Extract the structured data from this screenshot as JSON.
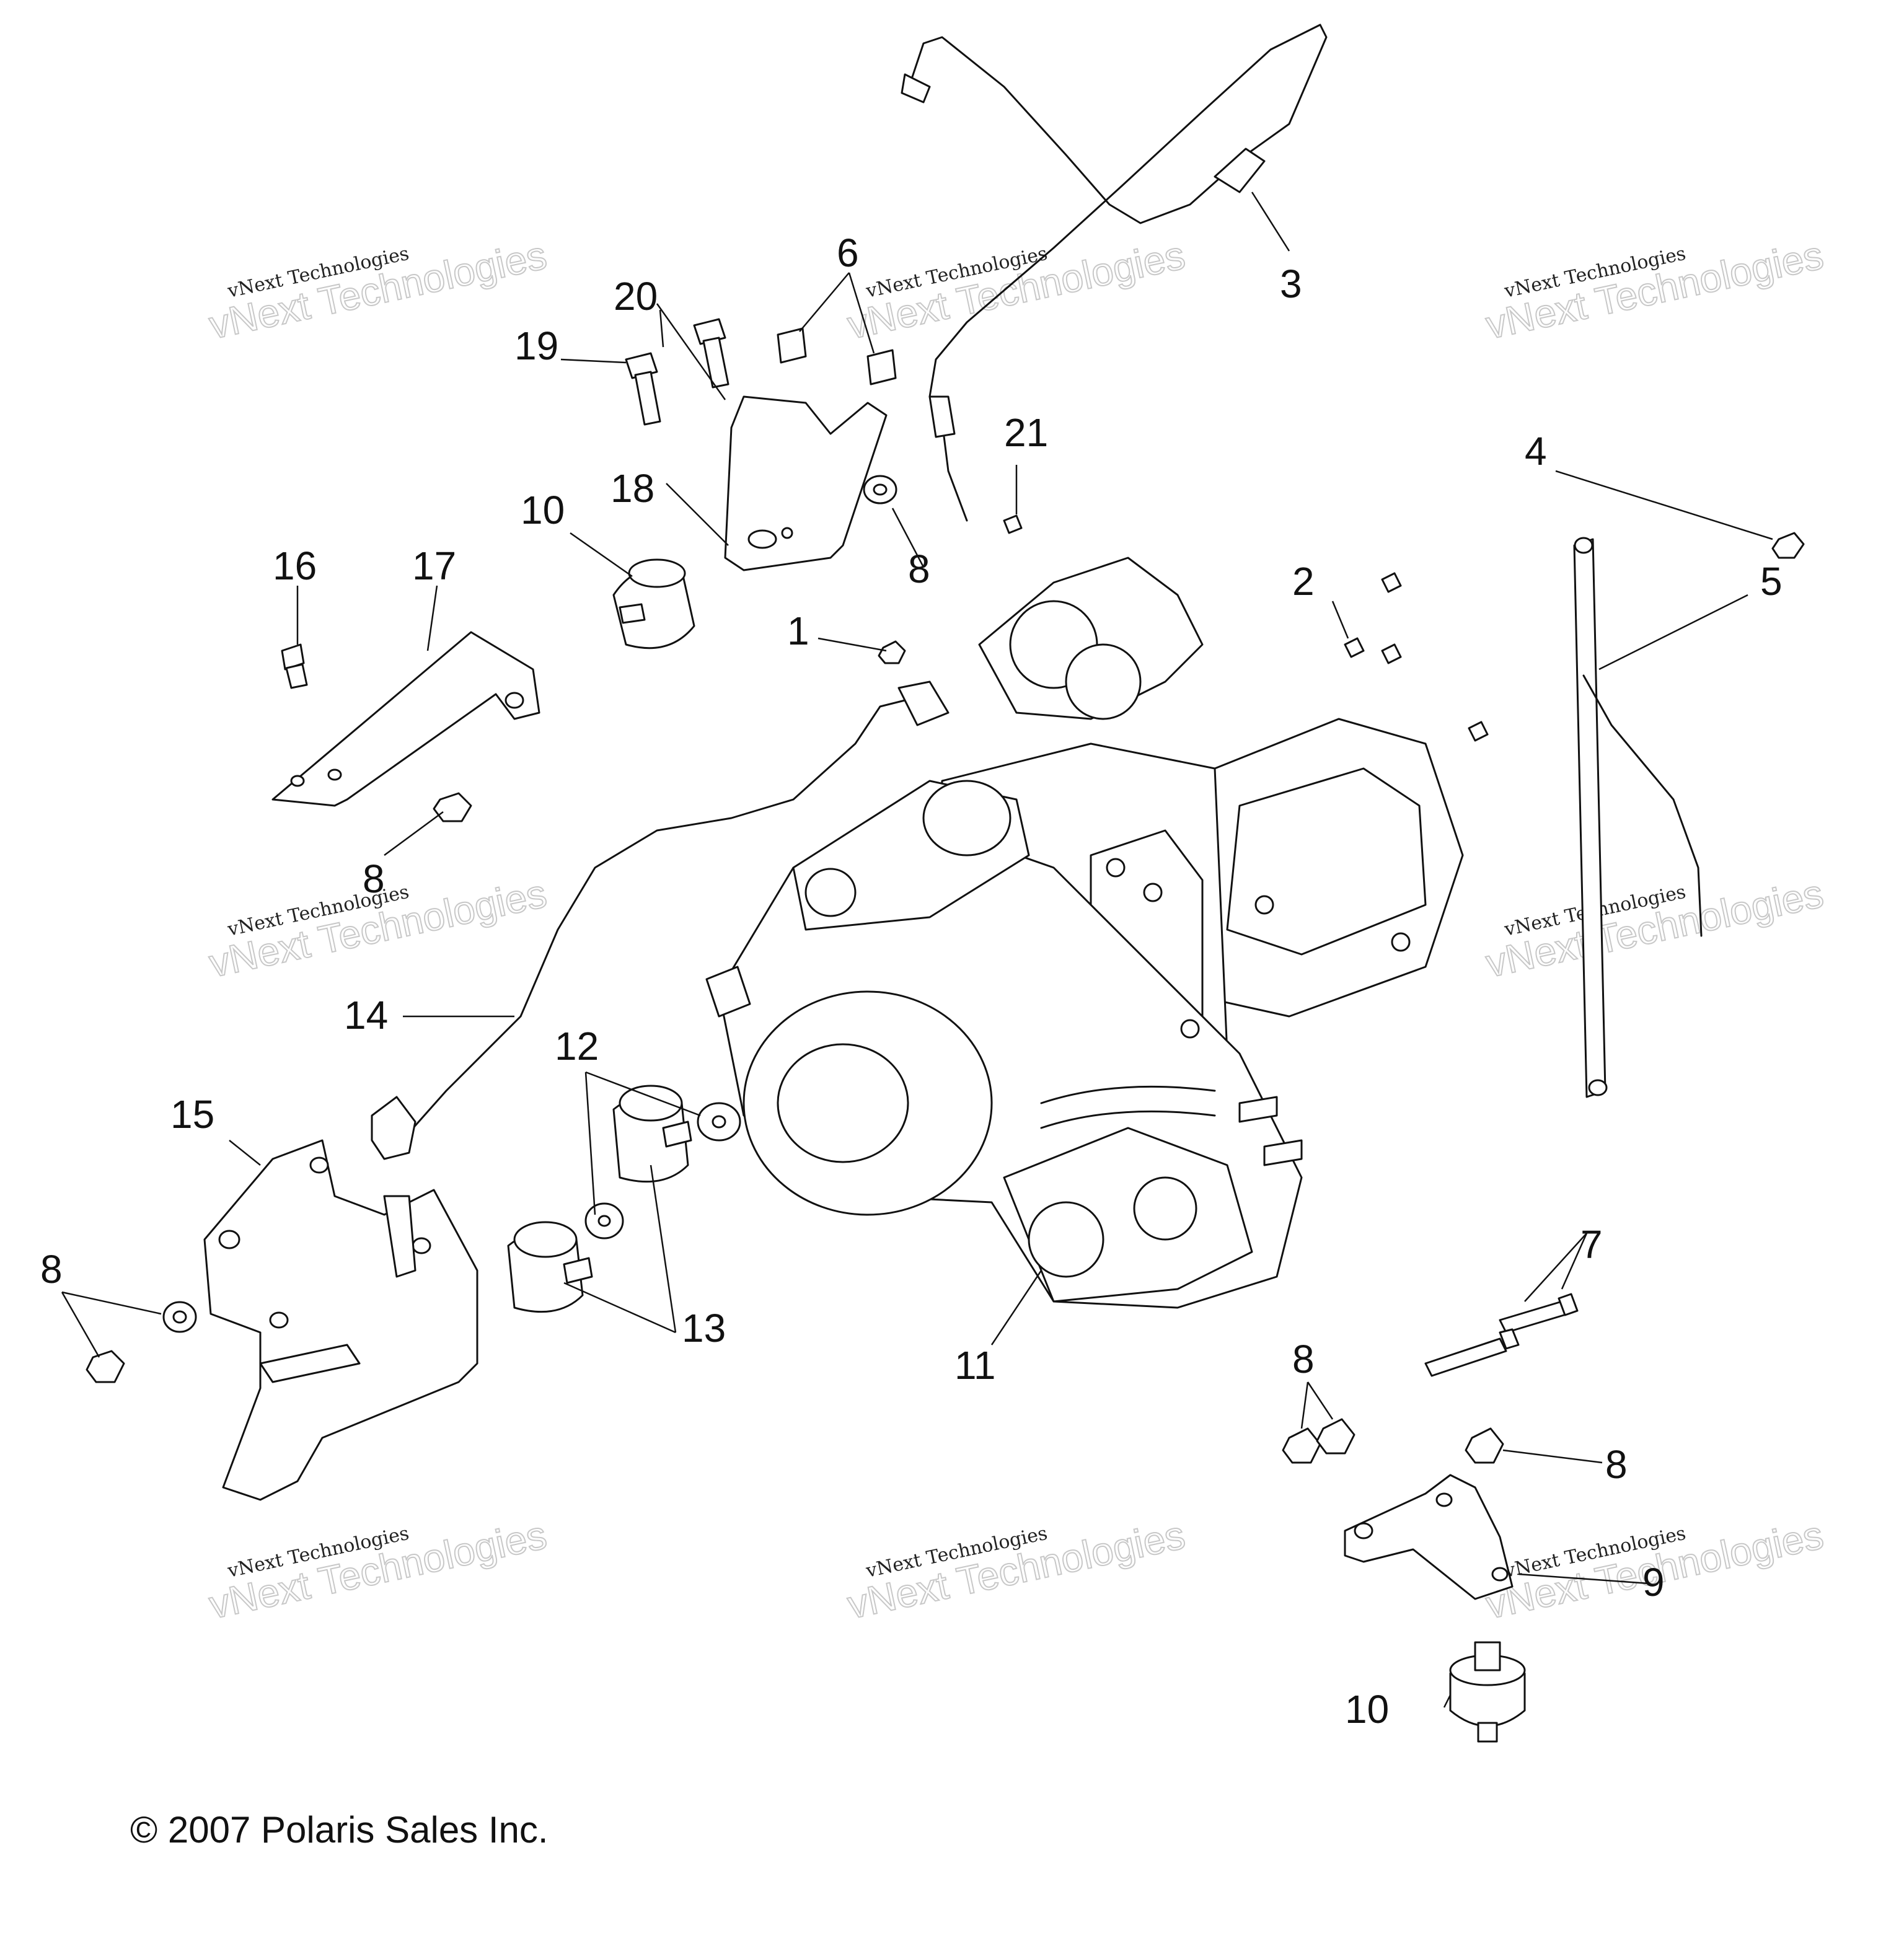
{
  "copyright": "© 2007 Polaris Sales Inc.",
  "watermark": {
    "line1": "vNext Technologies",
    "line2": "vNext Technologies"
  },
  "callouts": {
    "c1": "1",
    "c2": "2",
    "c3": "3",
    "c4": "4",
    "c5": "5",
    "c6": "6",
    "c7": "7",
    "c8a": "8",
    "c8b": "8",
    "c8c": "8",
    "c8d": "8",
    "c8e": "8",
    "c9": "9",
    "c10a": "10",
    "c10b": "10",
    "c11": "11",
    "c12": "12",
    "c13": "13",
    "c14": "14",
    "c15": "15",
    "c16": "16",
    "c17": "17",
    "c18": "18",
    "c19": "19",
    "c20": "20",
    "c21": "21"
  }
}
